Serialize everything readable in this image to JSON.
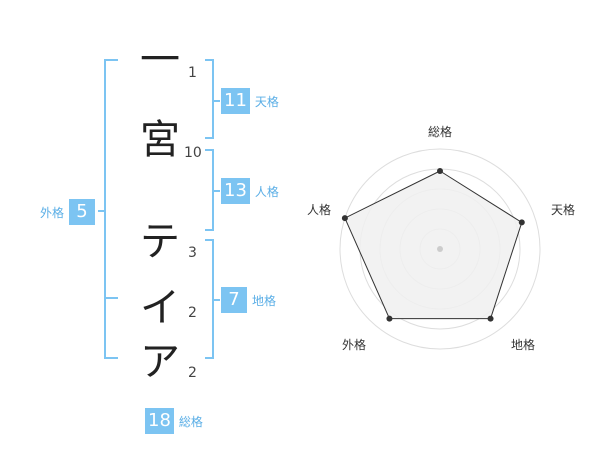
{
  "characters": [
    {
      "char": "一",
      "strokes": "1"
    },
    {
      "char": "宮",
      "strokes": "10"
    },
    {
      "char": "テ",
      "strokes": "3"
    },
    {
      "char": "イ",
      "strokes": "2"
    },
    {
      "char": "ア",
      "strokes": "2"
    }
  ],
  "fortunes": {
    "tenkaku": {
      "label": "天格",
      "value": "11"
    },
    "jinkaku": {
      "label": "人格",
      "value": "13"
    },
    "chikaku": {
      "label": "地格",
      "value": "7"
    },
    "gaikaku": {
      "label": "外格",
      "value": "5"
    },
    "soukaku": {
      "label": "総格",
      "value": "18"
    }
  },
  "radar": {
    "axes": [
      "総格",
      "天格",
      "地格",
      "外格",
      "人格"
    ],
    "values": [
      0.78,
      0.86,
      0.86,
      0.86,
      1.0
    ],
    "line_color": "#333333",
    "fill_color": "#f0f0f0",
    "ring_color": "#dddddd"
  },
  "colors": {
    "bracket": "#7cc4f2",
    "badge": "#7cc4f2",
    "badge_label": "#5aaee6"
  }
}
